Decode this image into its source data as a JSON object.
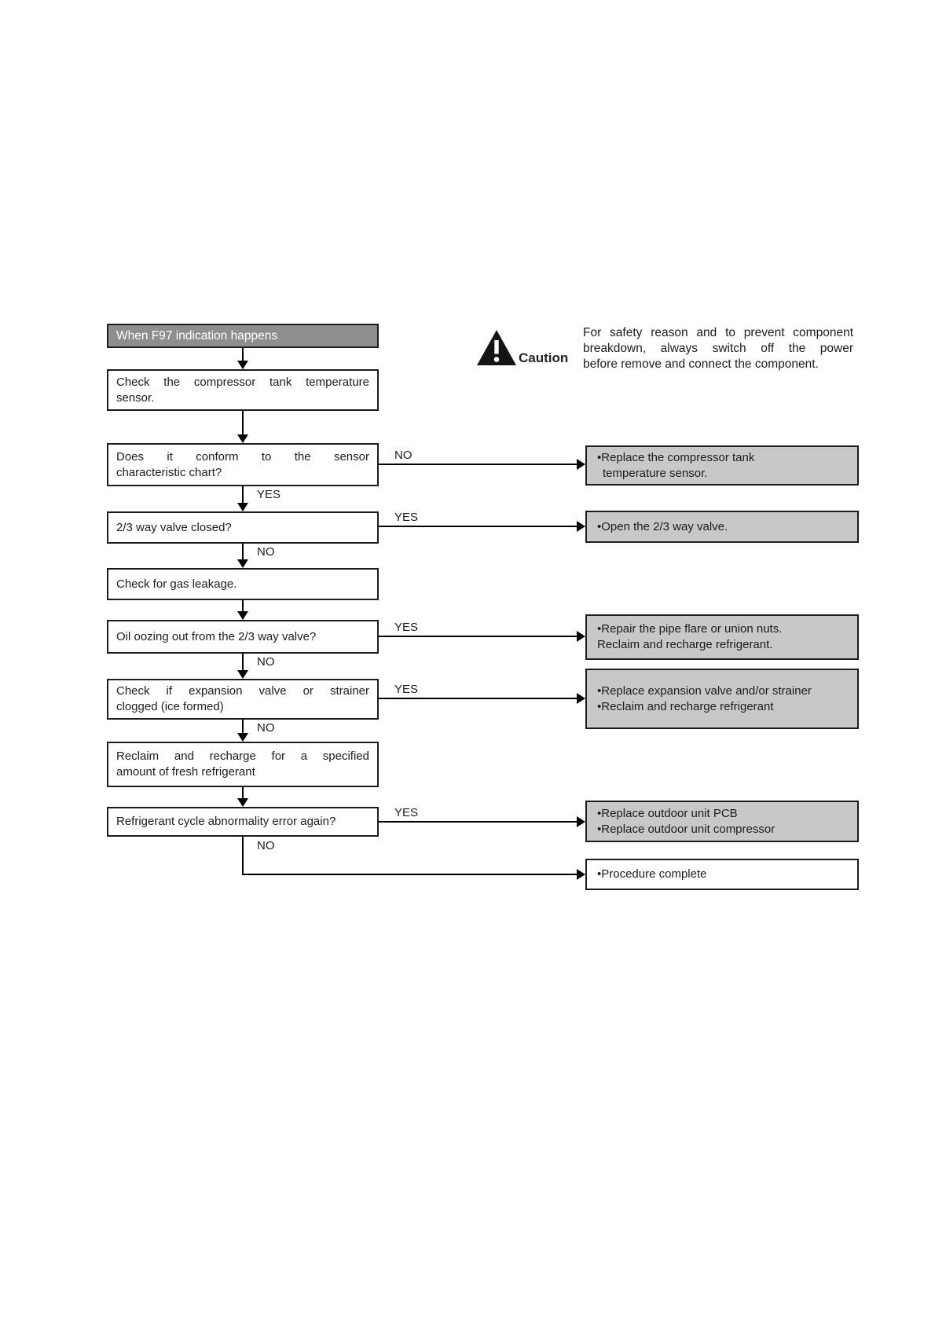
{
  "title": "When F97 indication happens",
  "caution": {
    "label": "Caution",
    "lines": [
      "For safety reason and to prevent component",
      "breakdown, always switch off the power",
      "before remove and connect the component."
    ]
  },
  "labels": {
    "yes": "YES",
    "no": "NO"
  },
  "steps": {
    "check_sensor": {
      "lines": [
        "Check the compressor tank temperature",
        "sensor."
      ]
    },
    "conform_chart": {
      "lines": [
        "Does it conform to the sensor",
        "characteristic chart?"
      ]
    },
    "valve_closed": {
      "lines": [
        "2/3 way valve closed?"
      ]
    },
    "gas_leakage": {
      "lines": [
        "Check for gas leakage."
      ]
    },
    "oil_oozing": {
      "lines": [
        "Oil oozing out from the 2/3 way valve?"
      ]
    },
    "expansion_clogged": {
      "lines": [
        "Check if expansion valve or strainer",
        "clogged (ice formed)"
      ]
    },
    "reclaim_recharge": {
      "lines": [
        "Reclaim and recharge for a specified",
        "amount of fresh refrigerant"
      ]
    },
    "cycle_error_again": {
      "lines": [
        "Refrigerant cycle abnormality error again?"
      ]
    }
  },
  "actions": {
    "replace_sensor": {
      "lines": [
        "•Replace the compressor tank",
        "temperature sensor."
      ]
    },
    "open_valve": {
      "lines": [
        "•Open the 2/3 way valve."
      ]
    },
    "repair_flare": {
      "lines": [
        "•Repair the pipe flare or union nuts.",
        "Reclaim and recharge refrigerant."
      ]
    },
    "replace_expansion": {
      "lines": [
        "•Replace expansion valve and/or strainer",
        "•Reclaim and recharge refrigerant"
      ]
    },
    "replace_pcb": {
      "lines": [
        "•Replace outdoor unit PCB",
        "•Replace outdoor unit compressor"
      ]
    },
    "procedure_complete": {
      "lines": [
        "•Procedure complete"
      ]
    }
  },
  "colors": {
    "header_fill": "#8e8e8e",
    "header_text": "#ffffff",
    "action_fill": "#c8c8c8",
    "box_border": "#1c1c1c",
    "line": "#000000"
  }
}
